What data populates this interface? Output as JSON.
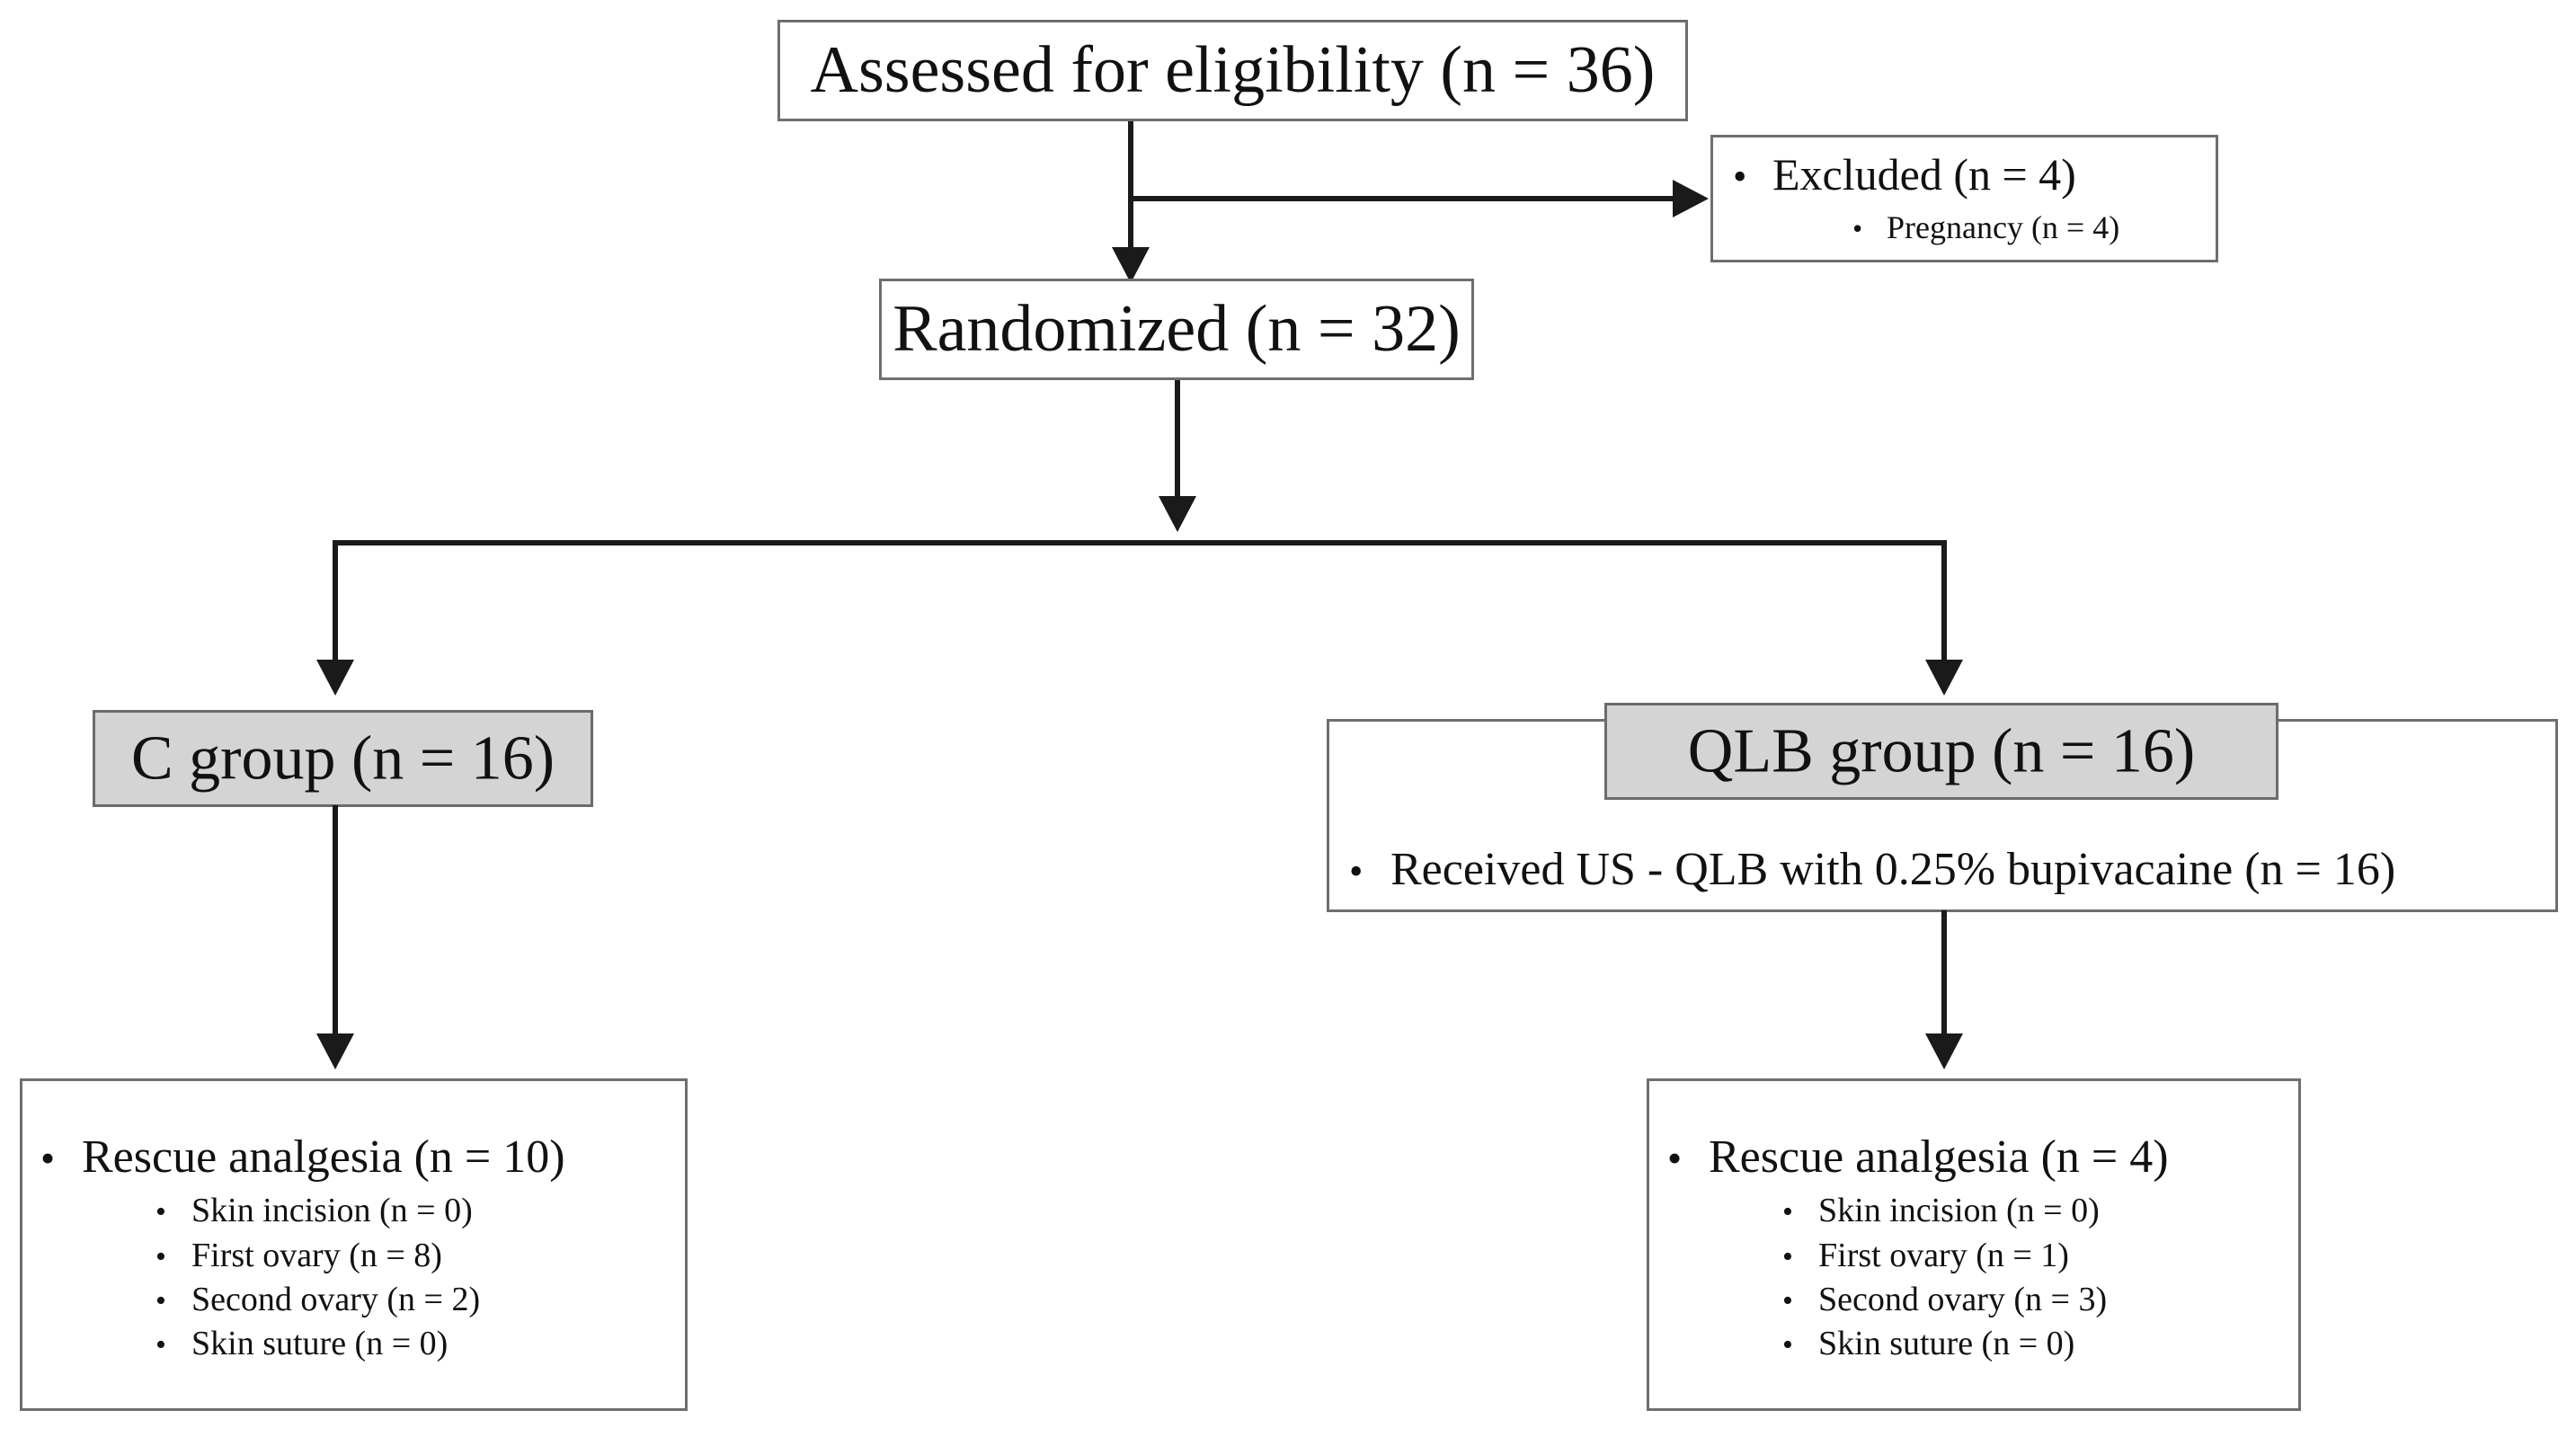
{
  "diagram": {
    "title": "CONSORT participant flow diagram",
    "colors": {
      "box_border": "#6e6e6e",
      "box_fill": "#ffffff",
      "highlight_fill": "#d4d4d4",
      "connector": "#1a1a1a"
    },
    "nodes": {
      "assessed": {
        "label": "Assessed for eligibility (n = 36)"
      },
      "excluded": {
        "primary": "Excluded (n = 4)",
        "sub": [
          "Pregnancy  (n = 4)"
        ]
      },
      "randomized": {
        "label": "Randomized (n = 32)"
      },
      "c_group": {
        "label": "C group (n = 16)"
      },
      "qlb_group": {
        "label": "QLB group (n = 16)",
        "intervention": "Received US - QLB with 0.25% bupivacaine (n = 16)"
      },
      "c_outcome": {
        "primary": "Rescue analgesia (n = 10)",
        "sub": [
          "Skin incision (n = 0)",
          "First ovary (n = 8)",
          "Second ovary (n = 2)",
          "Skin suture (n = 0)"
        ]
      },
      "qlb_outcome": {
        "primary": "Rescue analgesia (n = 4)",
        "sub": [
          "Skin incision (n = 0)",
          "First ovary (n = 1)",
          "Second ovary (n = 3)",
          "Skin suture (n = 0)"
        ]
      }
    },
    "bullet_glyph": "•"
  }
}
